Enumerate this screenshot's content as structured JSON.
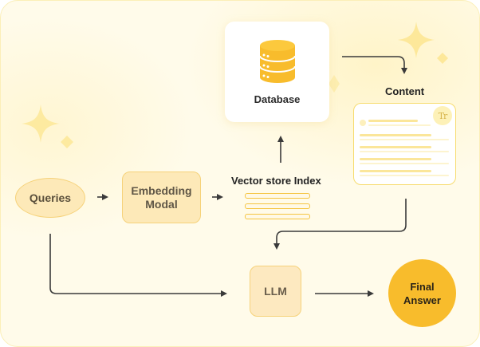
{
  "diagram": {
    "title": "RAG pipeline",
    "nodes": {
      "queries": "Queries",
      "embedding_line1": "Embedding",
      "embedding_line2": "Modal",
      "vector_store": "Vector store Index",
      "database": "Database",
      "content": "Content",
      "llm": "LLM",
      "final_line1": "Final",
      "final_line2": "Answer"
    },
    "content_badge": "Tr",
    "edges": [
      {
        "from": "Queries",
        "to": "Embedding Modal"
      },
      {
        "from": "Embedding Modal",
        "to": "Vector store Index"
      },
      {
        "from": "Vector store Index",
        "to": "Database"
      },
      {
        "from": "Database",
        "to": "Content"
      },
      {
        "from": "Content",
        "to": "LLM"
      },
      {
        "from": "Queries",
        "to": "LLM"
      },
      {
        "from": "LLM",
        "to": "Final Answer"
      }
    ],
    "colors": {
      "accent": "#f8bc2c",
      "node_fill": "#fde9b8",
      "node_border": "#f6d27a",
      "background": "#fffbea",
      "arrow": "#3a3a3a"
    }
  }
}
